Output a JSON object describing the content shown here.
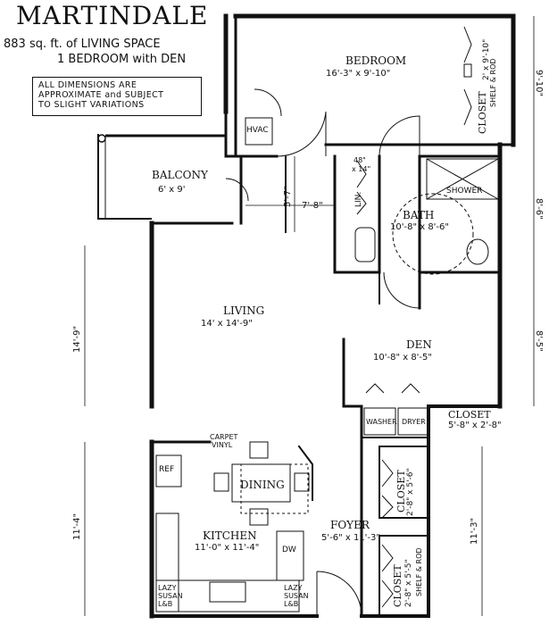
{
  "header": {
    "title": "MARTINDALE",
    "living_space": "883 sq. ft. of LIVING SPACE",
    "bedrooms": "1 BEDROOM with DEN"
  },
  "disclaimer": [
    "ALL DIMENSIONS ARE",
    "APPROXIMATE and SUBJECT",
    "TO SLIGHT VARIATIONS"
  ],
  "rooms": {
    "bedroom": {
      "name": "BEDROOM",
      "size": "16'-3\" x 9'-10\""
    },
    "balcony": {
      "name": "BALCONY",
      "size": "6' x 9'"
    },
    "bath": {
      "name": "BATH",
      "size": "10'-8\" x 8'-6\""
    },
    "living": {
      "name": "LIVING",
      "size": "14' x 14'-9\""
    },
    "den": {
      "name": "DEN",
      "size": "10'-8\" x 8'-5\""
    },
    "dining": {
      "name": "DINING"
    },
    "kitchen": {
      "name": "KITCHEN",
      "size": "11'-0\" x 11'-4\""
    },
    "foyer": {
      "name": "FOYER",
      "size": "5'-6\" x 11'-3\""
    }
  },
  "closets": {
    "bedroom_closet": "CLOSET",
    "bedroom_closet_size": "2' x 9'-10\"",
    "bedroom_closet_shelf": "SHELF & ROD",
    "laundry_closet": "CLOSET",
    "laundry_closet_size": "5'-8\" x 2'-8\"",
    "foyer_closet_1": "CLOSET",
    "foyer_closet_1_size": "2'-8\" x 5'-6\"",
    "foyer_closet_2": "CLOSET",
    "foyer_closet_2_size": "2'-8\" x 5'-5\"",
    "foyer_closet_2_shelf": "SHELF & ROD"
  },
  "fixtures": {
    "hvac": "HVAC",
    "linen": "LIN.",
    "linen_size_1": "48\"",
    "linen_size_2": "x 14\"",
    "shower": "SHOWER",
    "washer": "WASHER",
    "dryer": "DRYER",
    "ref": "REF",
    "dw": "DW",
    "lazy_susan_left": [
      "LAZY",
      "SUSAN",
      "L&B"
    ],
    "lazy_susan_right": [
      "LAZY",
      "SUSAN",
      "L&B"
    ],
    "carpet": "CARPET",
    "vinyl": "VINYL"
  },
  "dimensions": {
    "top_right": "9'-10\"",
    "bath_right": "8'-6\"",
    "den_right": "8'-5\"",
    "living_left": "14'-9\"",
    "kitchen_left": "11'-4\"",
    "foyer_right": "11'-3\"",
    "passage_h": "7'-8\"",
    "passage_v": "5'-7\""
  }
}
